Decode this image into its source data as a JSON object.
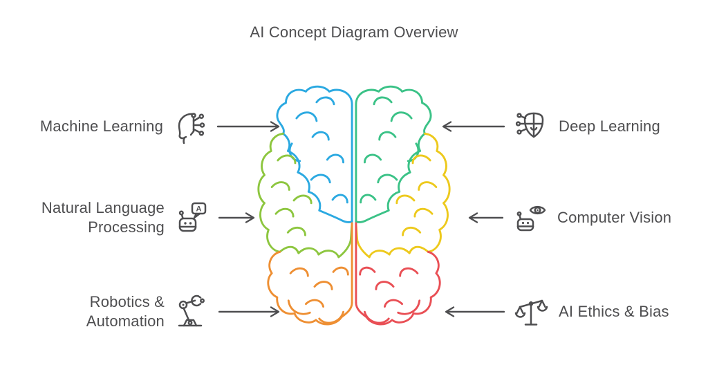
{
  "title": "AI Concept Diagram Overview",
  "colors": {
    "text": "#4e4e50",
    "icon": "#4e4e50",
    "arrow": "#4e4e50",
    "brain": {
      "top_left": "#2ba9e1",
      "top_right": "#3bc287",
      "mid_left": "#8dc63f",
      "mid_right": "#edc91c",
      "bottom_left": "#ee8f33",
      "bottom_right": "#e94f55"
    }
  },
  "labels": {
    "left": [
      {
        "id": "machine-learning",
        "text": "Machine Learning",
        "icon": "head-circuit-icon"
      },
      {
        "id": "natural-language-processing",
        "lines": [
          "Natural Language",
          "Processing"
        ],
        "icon": "robot-chat-icon",
        "bubble_letter": "A"
      },
      {
        "id": "robotics-automation",
        "lines": [
          "Robotics &",
          "Automation"
        ],
        "icon": "robot-arm-icon"
      }
    ],
    "right": [
      {
        "id": "deep-learning",
        "text": "Deep Learning",
        "icon": "neural-shield-icon"
      },
      {
        "id": "computer-vision",
        "text": "Computer Vision",
        "icon": "robot-eye-icon"
      },
      {
        "id": "ai-ethics-bias",
        "text": "AI Ethics & Bias",
        "icon": "balance-scale-icon"
      }
    ]
  }
}
